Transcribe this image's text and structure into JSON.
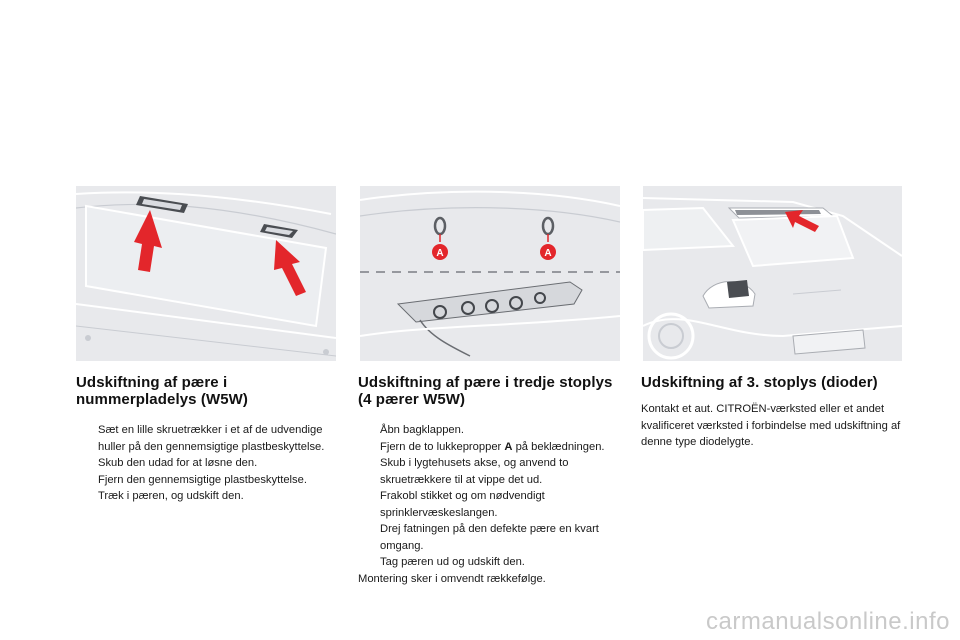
{
  "sections": [
    {
      "title": "Udskiftning af pære i nummerpladelys (W5W)",
      "items": [
        "Sæt en lille skruetrækker i et af de udvendige huller på den gennemsigtige plastbeskyttelse.",
        "Skub den udad for at løsne den.",
        "Fjern den gennemsigtige plastbeskyttelse.",
        "Træk i pæren, og udskift den."
      ]
    },
    {
      "title": "Udskiftning af pære i tredje stoplys (4 pærer W5W)",
      "items": [
        "Åbn bagklappen.",
        "Skub i lygtehusets akse, og anvend to skruetrækkere til at vippe det ud.",
        "Frakobl stikket og om nødvendigt sprinklervæskeslangen.",
        "Drej fatningen på den defekte pære en kvart omgang.",
        "Tag pæren ud og udskift den."
      ],
      "item2_prefix": "Fjern de to lukkepropper ",
      "item2_bold": "A",
      "item2_suffix": " på beklædningen.",
      "note": "Montering sker i omvendt rækkefølge.",
      "callout_label": "A"
    },
    {
      "title": "Udskiftning af 3. stoplys (dioder)",
      "text": "Kontakt et aut. CITROËN-værksted eller et andet kvalificeret værksted i forbindelse med udskiftning af denne type diodelygte."
    }
  ],
  "bullet_glyph": "",
  "watermark": "carmanualsonline.info",
  "colors": {
    "arrow_red": "#e3262b",
    "illustration_bg": "#e8e9ec",
    "line_art": "#bfc2c8"
  }
}
